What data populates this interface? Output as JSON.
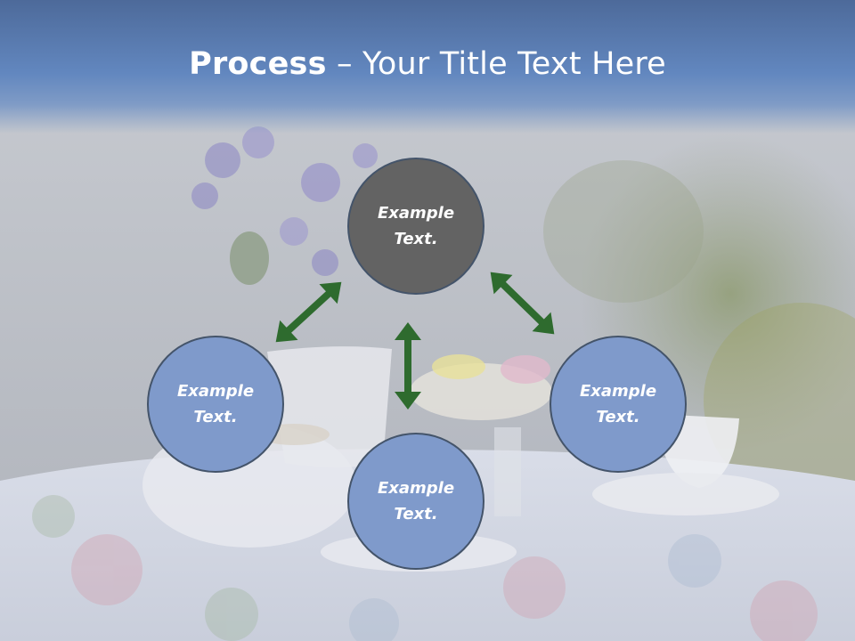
{
  "slide": {
    "title_bold": "Process",
    "title_rest": " – Your Title Text Here"
  },
  "nodes": [
    {
      "id": "top",
      "text": "Example\nText.",
      "fill": "#636363"
    },
    {
      "id": "left",
      "text": "Example\nText.",
      "fill": "#7f9acb"
    },
    {
      "id": "bottom",
      "text": "Example\nText.",
      "fill": "#7f9acb"
    },
    {
      "id": "right",
      "text": "Example\nText.",
      "fill": "#7f9acb"
    }
  ],
  "colors": {
    "arrow": "#2e6b2e",
    "title": "#ffffff",
    "header": "#6287bf",
    "node_border": "#44546a"
  },
  "icons": [
    "double-headed-arrow"
  ]
}
